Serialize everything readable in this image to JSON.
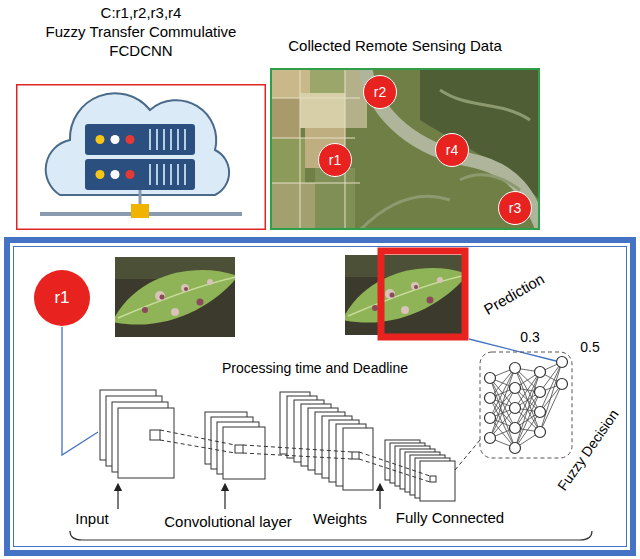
{
  "diagram": {
    "nodes": [
      {
        "text": [
          "C:r1,r2,r3,r4",
          "Fuzzy Transfer Commulative",
          "FCDCNN"
        ]
      },
      {
        "text": [
          "Collected Remote Sensing Data"
        ]
      },
      {
        "text": [
          "r2"
        ],
        "in": 1
      },
      {
        "text": [
          "r1"
        ],
        "in": 1
      },
      {
        "text": [
          "r4"
        ],
        "in": 1
      },
      {
        "text": [
          "r3"
        ],
        "in": 1
      },
      {
        "text": [
          "Processing time and Deadline",
          "Input",
          "Convolutional layer",
          "Weights",
          "Fully Connected",
          "Prediction",
          "0.3",
          "0.5",
          "Fuzzy Decision"
        ]
      },
      {
        "text": [
          "r1"
        ],
        "in": 6
      }
    ]
  }
}
